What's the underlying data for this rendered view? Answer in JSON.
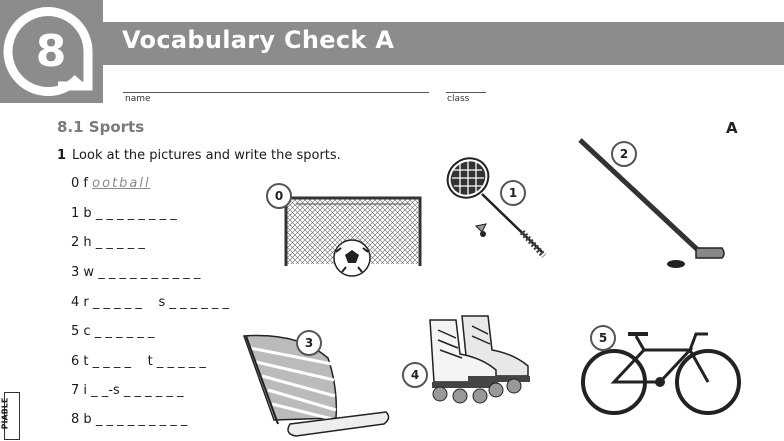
{
  "header": {
    "unit_number": "8",
    "title": "Vocabulary Check A",
    "name_label": "name",
    "class_label": "class"
  },
  "section": {
    "heading": "8.1  Sports",
    "letter": "A"
  },
  "exercise": {
    "number": "1",
    "instruction": "Look at the pictures and write the sports.",
    "items": [
      {
        "n": "0",
        "prefix": "f ",
        "example": "ootball",
        "blanks": ""
      },
      {
        "n": "1",
        "prefix": "b ",
        "blanks": "_ _ _ _ _ _ _ _"
      },
      {
        "n": "2",
        "prefix": "h ",
        "blanks": "_ _ _ _ _"
      },
      {
        "n": "3",
        "prefix": "w ",
        "blanks": "_ _ _ _ _ _ _ _ _ _"
      },
      {
        "n": "4",
        "prefix": "r ",
        "blanks": "_ _ _ _ _    s _ _ _ _ _ _"
      },
      {
        "n": "5",
        "prefix": "c ",
        "blanks": "_ _ _ _ _ _"
      },
      {
        "n": "6",
        "prefix": "t ",
        "blanks": "_ _ _ _    t _ _ _ _ _"
      },
      {
        "n": "7",
        "prefix": "i ",
        "blanks": "_ _-s _ _ _ _ _ _"
      },
      {
        "n": "8",
        "prefix": "b ",
        "blanks": "_ _ _ _ _ _ _ _ _"
      }
    ]
  },
  "pictures": {
    "labels": [
      "0",
      "1",
      "2",
      "3",
      "4",
      "5"
    ]
  },
  "side_label": "PIABLE"
}
